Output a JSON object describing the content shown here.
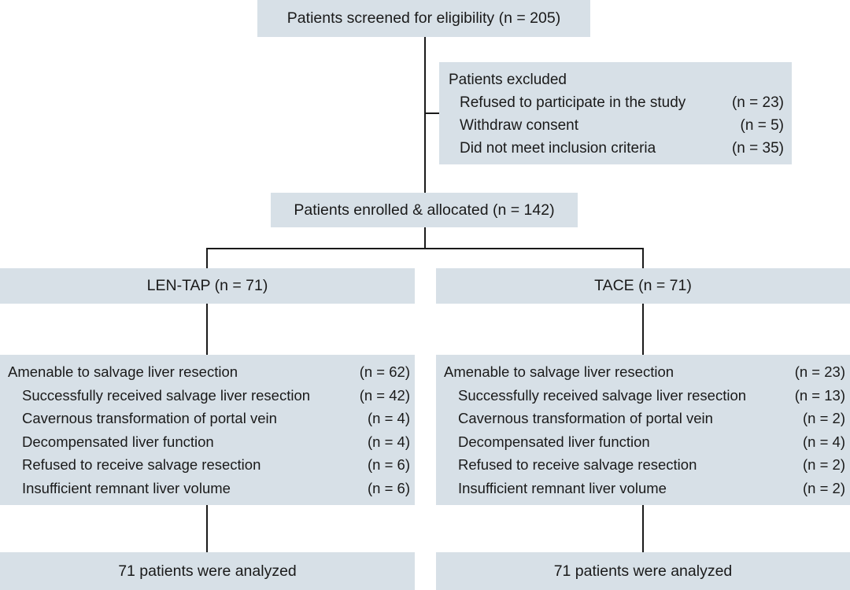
{
  "diagram": {
    "title": "CONSORT patient flow diagram",
    "accent_color": "#d7e0e7",
    "line_color": "#1a1a1a",
    "background": "#ffffff"
  },
  "screened": {
    "text": "Patients screened for eligibility  (n = 205)"
  },
  "excluded": {
    "heading": "Patients excluded",
    "rows": [
      {
        "label": "Refused to participate in the study",
        "count": "(n = 23)"
      },
      {
        "label": "Withdraw consent",
        "count": "(n = 5)"
      },
      {
        "label": "Did not meet inclusion criteria",
        "count": "(n = 35)"
      }
    ]
  },
  "enrolled": {
    "text": "Patients enrolled & allocated (n = 142)"
  },
  "arms": [
    {
      "label": "LEN-TAP  (n = 71)"
    },
    {
      "label": "TACE  (n = 71)"
    }
  ],
  "details": {
    "left": {
      "rows": [
        {
          "label": "Amenable to salvage liver resection",
          "count": "(n = 62)",
          "indent": "lead"
        },
        {
          "label": "Successfully received salvage liver resection",
          "count": "(n = 42)",
          "indent": "sub"
        },
        {
          "label": "Cavernous transformation of portal vein",
          "count": "(n = 4)",
          "indent": "sub"
        },
        {
          "label": "Decompensated liver function",
          "count": "(n = 4)",
          "indent": "sub"
        },
        {
          "label": "Refused to receive salvage resection",
          "count": "(n = 6)",
          "indent": "sub"
        },
        {
          "label": "Insufficient remnant liver volume",
          "count": "(n = 6)",
          "indent": "sub"
        }
      ]
    },
    "right": {
      "rows": [
        {
          "label": "Amenable to salvage liver resection",
          "count": "(n = 23)",
          "indent": "lead"
        },
        {
          "label": "Successfully received salvage liver resection",
          "count": "(n = 13)",
          "indent": "sub"
        },
        {
          "label": "Cavernous transformation of portal vein",
          "count": "(n = 2)",
          "indent": "sub"
        },
        {
          "label": "Decompensated liver function",
          "count": "(n = 4)",
          "indent": "sub"
        },
        {
          "label": "Refused to receive salvage resection",
          "count": "(n = 2)",
          "indent": "sub"
        },
        {
          "label": "Insufficient remnant liver volume",
          "count": "(n = 2)",
          "indent": "sub"
        }
      ]
    }
  },
  "analyzed": [
    {
      "text": "71 patients were analyzed"
    },
    {
      "text": "71 patients were analyzed"
    }
  ]
}
